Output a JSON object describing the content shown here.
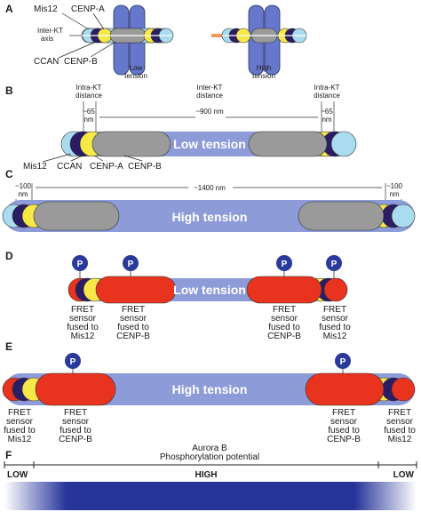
{
  "colors": {
    "cyan": "#a9dcf0",
    "navy": "#2b1d63",
    "yellow": "#f7e84a",
    "gray": "#9a9a9a",
    "lavender": "#8e9bd9",
    "microtubule": "#6677cc",
    "red": "#e8331f",
    "orange": "#f0995a",
    "phospho": "#2a3a9a",
    "gradient_dark": "#27349a"
  },
  "panel_a": {
    "letter": "A",
    "mis12": "Mis12",
    "cenpa": "CENP-A",
    "interkt_1": "Inter-KT",
    "interkt_2": "axis",
    "ccan": "CCAN",
    "cenpb": "CENP-B",
    "low_1": "Low",
    "low_2": "tension",
    "high_1": "High",
    "high_2": "tension"
  },
  "panel_b": {
    "letter": "B",
    "intra_left_1": "Intra-KT",
    "intra_left_2": "distance",
    "inter_1": "Inter-KT",
    "inter_2": "distance",
    "intra_right_1": "Intra-KT",
    "intra_right_2": "distance",
    "nm65_left_1": "~65",
    "nm65_left_2": "nm",
    "nm900": "~900 nm",
    "nm65_right_1": "~65",
    "nm65_right_2": "nm",
    "banner": "Low tension",
    "mis12": "Mis12",
    "ccan": "CCAN",
    "cenpa": "CENP-A",
    "cenpb": "CENP-B"
  },
  "panel_c": {
    "letter": "C",
    "nm100_left_1": "~100",
    "nm100_left_2": "nm",
    "nm1400": "~1400 nm",
    "nm100_right_1": "~100",
    "nm100_right_2": "nm",
    "banner": "High tension"
  },
  "panel_d": {
    "letter": "D",
    "p": "P",
    "banner": "Low tension",
    "fret_mis12": [
      "FRET",
      "sensor",
      "fused to",
      "Mis12"
    ],
    "fret_cenpb": [
      "FRET",
      "sensor",
      "fused to",
      "CENP-B"
    ]
  },
  "panel_e": {
    "letter": "E",
    "p": "P",
    "banner": "High tension",
    "fret_mis12": [
      "FRET",
      "sensor",
      "fused to",
      "Mis12"
    ],
    "fret_cenpb": [
      "FRET",
      "sensor",
      "fused to",
      "CENP-B"
    ]
  },
  "panel_f": {
    "letter": "F",
    "title_1": "Aurora B",
    "title_2": "Phosphorylation potential",
    "low_left": "LOW",
    "high": "HIGH",
    "low_right": "LOW"
  }
}
